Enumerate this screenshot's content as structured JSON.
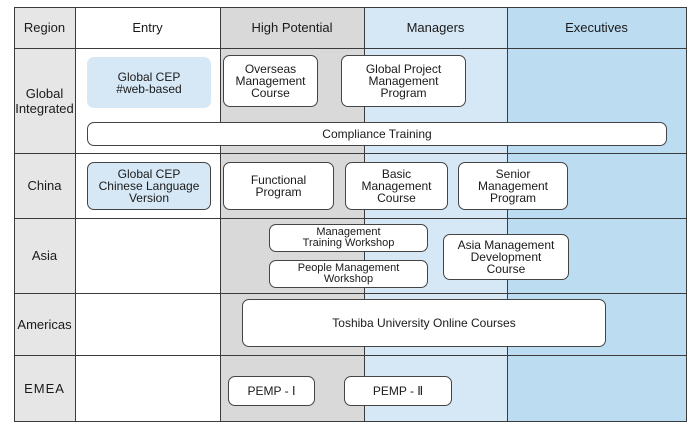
{
  "header": {
    "region": "Region",
    "entry": "Entry",
    "high_potential": "High Potential",
    "managers": "Managers",
    "executives": "Executives"
  },
  "rows": {
    "global": "Global\nIntegrated",
    "china": "China",
    "asia": "Asia",
    "americas": "Americas",
    "emea": "EMEA"
  },
  "programs": {
    "global_cep_web": "Global CEP\n#web-based",
    "overseas_mgmt": "Overseas\nManagement\nCourse",
    "global_project_mgmt": "Global Project\nManagement\nProgram",
    "compliance": "Compliance Training",
    "global_cep_chinese": "Global CEP\nChinese Language\nVersion",
    "functional": "Functional\nProgram",
    "basic_mgmt": "Basic\nManagement\nCourse",
    "senior_mgmt": "Senior\nManagement\nProgram",
    "mgmt_training_ws": "Management\nTraining Workshop",
    "people_mgmt_ws": "People Management\nWorkshop",
    "asia_mgmt_dev": "Asia Management\nDevelopment\nCourse",
    "toshiba_online": "Toshiba University Online Courses",
    "pemp_1": "PEMP - Ⅰ",
    "pemp_2": "PEMP - Ⅱ"
  },
  "colors": {
    "entry_blue": "#d6e8f6",
    "high_potential_gray": "#d9d9d9",
    "managers_blue": "#d6e8f6",
    "executives_blue": "#bcdcf2",
    "region_gray": "#e6e6e6"
  }
}
